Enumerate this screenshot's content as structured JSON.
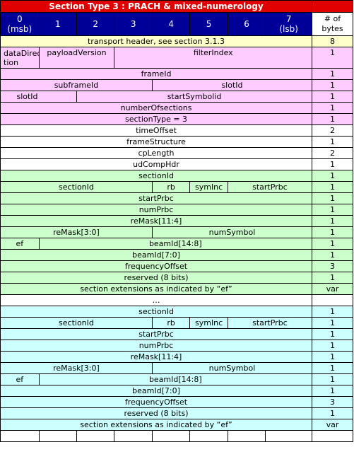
{
  "title": "Section Type 3 : PRACH & mixed-numerology",
  "bits": [
    {
      "top": "0",
      "bottom": "(msb)"
    },
    {
      "top": "1",
      "bottom": ""
    },
    {
      "top": "2",
      "bottom": ""
    },
    {
      "top": "3",
      "bottom": ""
    },
    {
      "top": "4",
      "bottom": ""
    },
    {
      "top": "5",
      "bottom": ""
    },
    {
      "top": "6",
      "bottom": ""
    },
    {
      "top": "7",
      "bottom": "(lsb)"
    }
  ],
  "bytes_header": {
    "line1": "# of",
    "line2": "bytes"
  },
  "rows": {
    "transport": {
      "label": "transport header, see section 3.1.3",
      "bytes": "8"
    },
    "octet1": {
      "dataDirection": "dataDirec tion",
      "payloadVersion": "payloadVersion",
      "filterIndex": "filterIndex",
      "bytes": "1"
    },
    "frameId": {
      "label": "frameId",
      "bytes": "1"
    },
    "subframeSlot": {
      "subframeId": "subframeId",
      "slotId": "slotId",
      "bytes": "1"
    },
    "slotStart": {
      "slotId": "slotId",
      "startSymbolid": "startSymbolid",
      "bytes": "1"
    },
    "numberOfsections": {
      "label": "numberOfsections",
      "bytes": "1"
    },
    "sectionType": {
      "label": "sectionType = 3",
      "bytes": "1"
    },
    "timeOffset": {
      "label": "timeOffset",
      "bytes": "2"
    },
    "frameStructure": {
      "label": "frameStructure",
      "bytes": "1"
    },
    "cpLength": {
      "label": "cpLength",
      "bytes": "2"
    },
    "udCompHdr": {
      "label": "udCompHdr",
      "bytes": "1"
    }
  },
  "section_block": {
    "sectionId": {
      "label": "sectionId",
      "bytes": "1"
    },
    "mixed": {
      "sectionId": "sectionId",
      "rb": "rb",
      "symInc": "symInc",
      "startPrbc": "startPrbc",
      "bytes": "1"
    },
    "startPrbc": {
      "label": "startPrbc",
      "bytes": "1"
    },
    "numPrbc": {
      "label": "numPrbc",
      "bytes": "1"
    },
    "reMaskHi": {
      "label": "reMask[11:4]",
      "bytes": "1"
    },
    "reMaskLo": {
      "reMask": "reMask[3:0]",
      "numSymbol": "numSymbol",
      "bytes": "1"
    },
    "beamHi": {
      "ef": "ef",
      "beamId": "beamId[14:8]",
      "bytes": "1"
    },
    "beamLo": {
      "label": "beamId[7:0]",
      "bytes": "1"
    },
    "frequencyOffset": {
      "label": "frequencyOffset",
      "bytes": "3"
    },
    "reserved": {
      "label": "reserved (8 bits)",
      "bytes": "1"
    },
    "extensions": {
      "label": "section extensions as indicated by “ef”",
      "bytes": "var"
    }
  },
  "ellipsis": "…",
  "colors": {
    "title_bg": "#e00000",
    "header_bg": "#000099",
    "transport_bg": "#ffffcc",
    "common_bg": "#ffccff",
    "type3_bg": "#ffffff",
    "section1_bg": "#ccffcc",
    "section2_bg": "#ccffff"
  }
}
